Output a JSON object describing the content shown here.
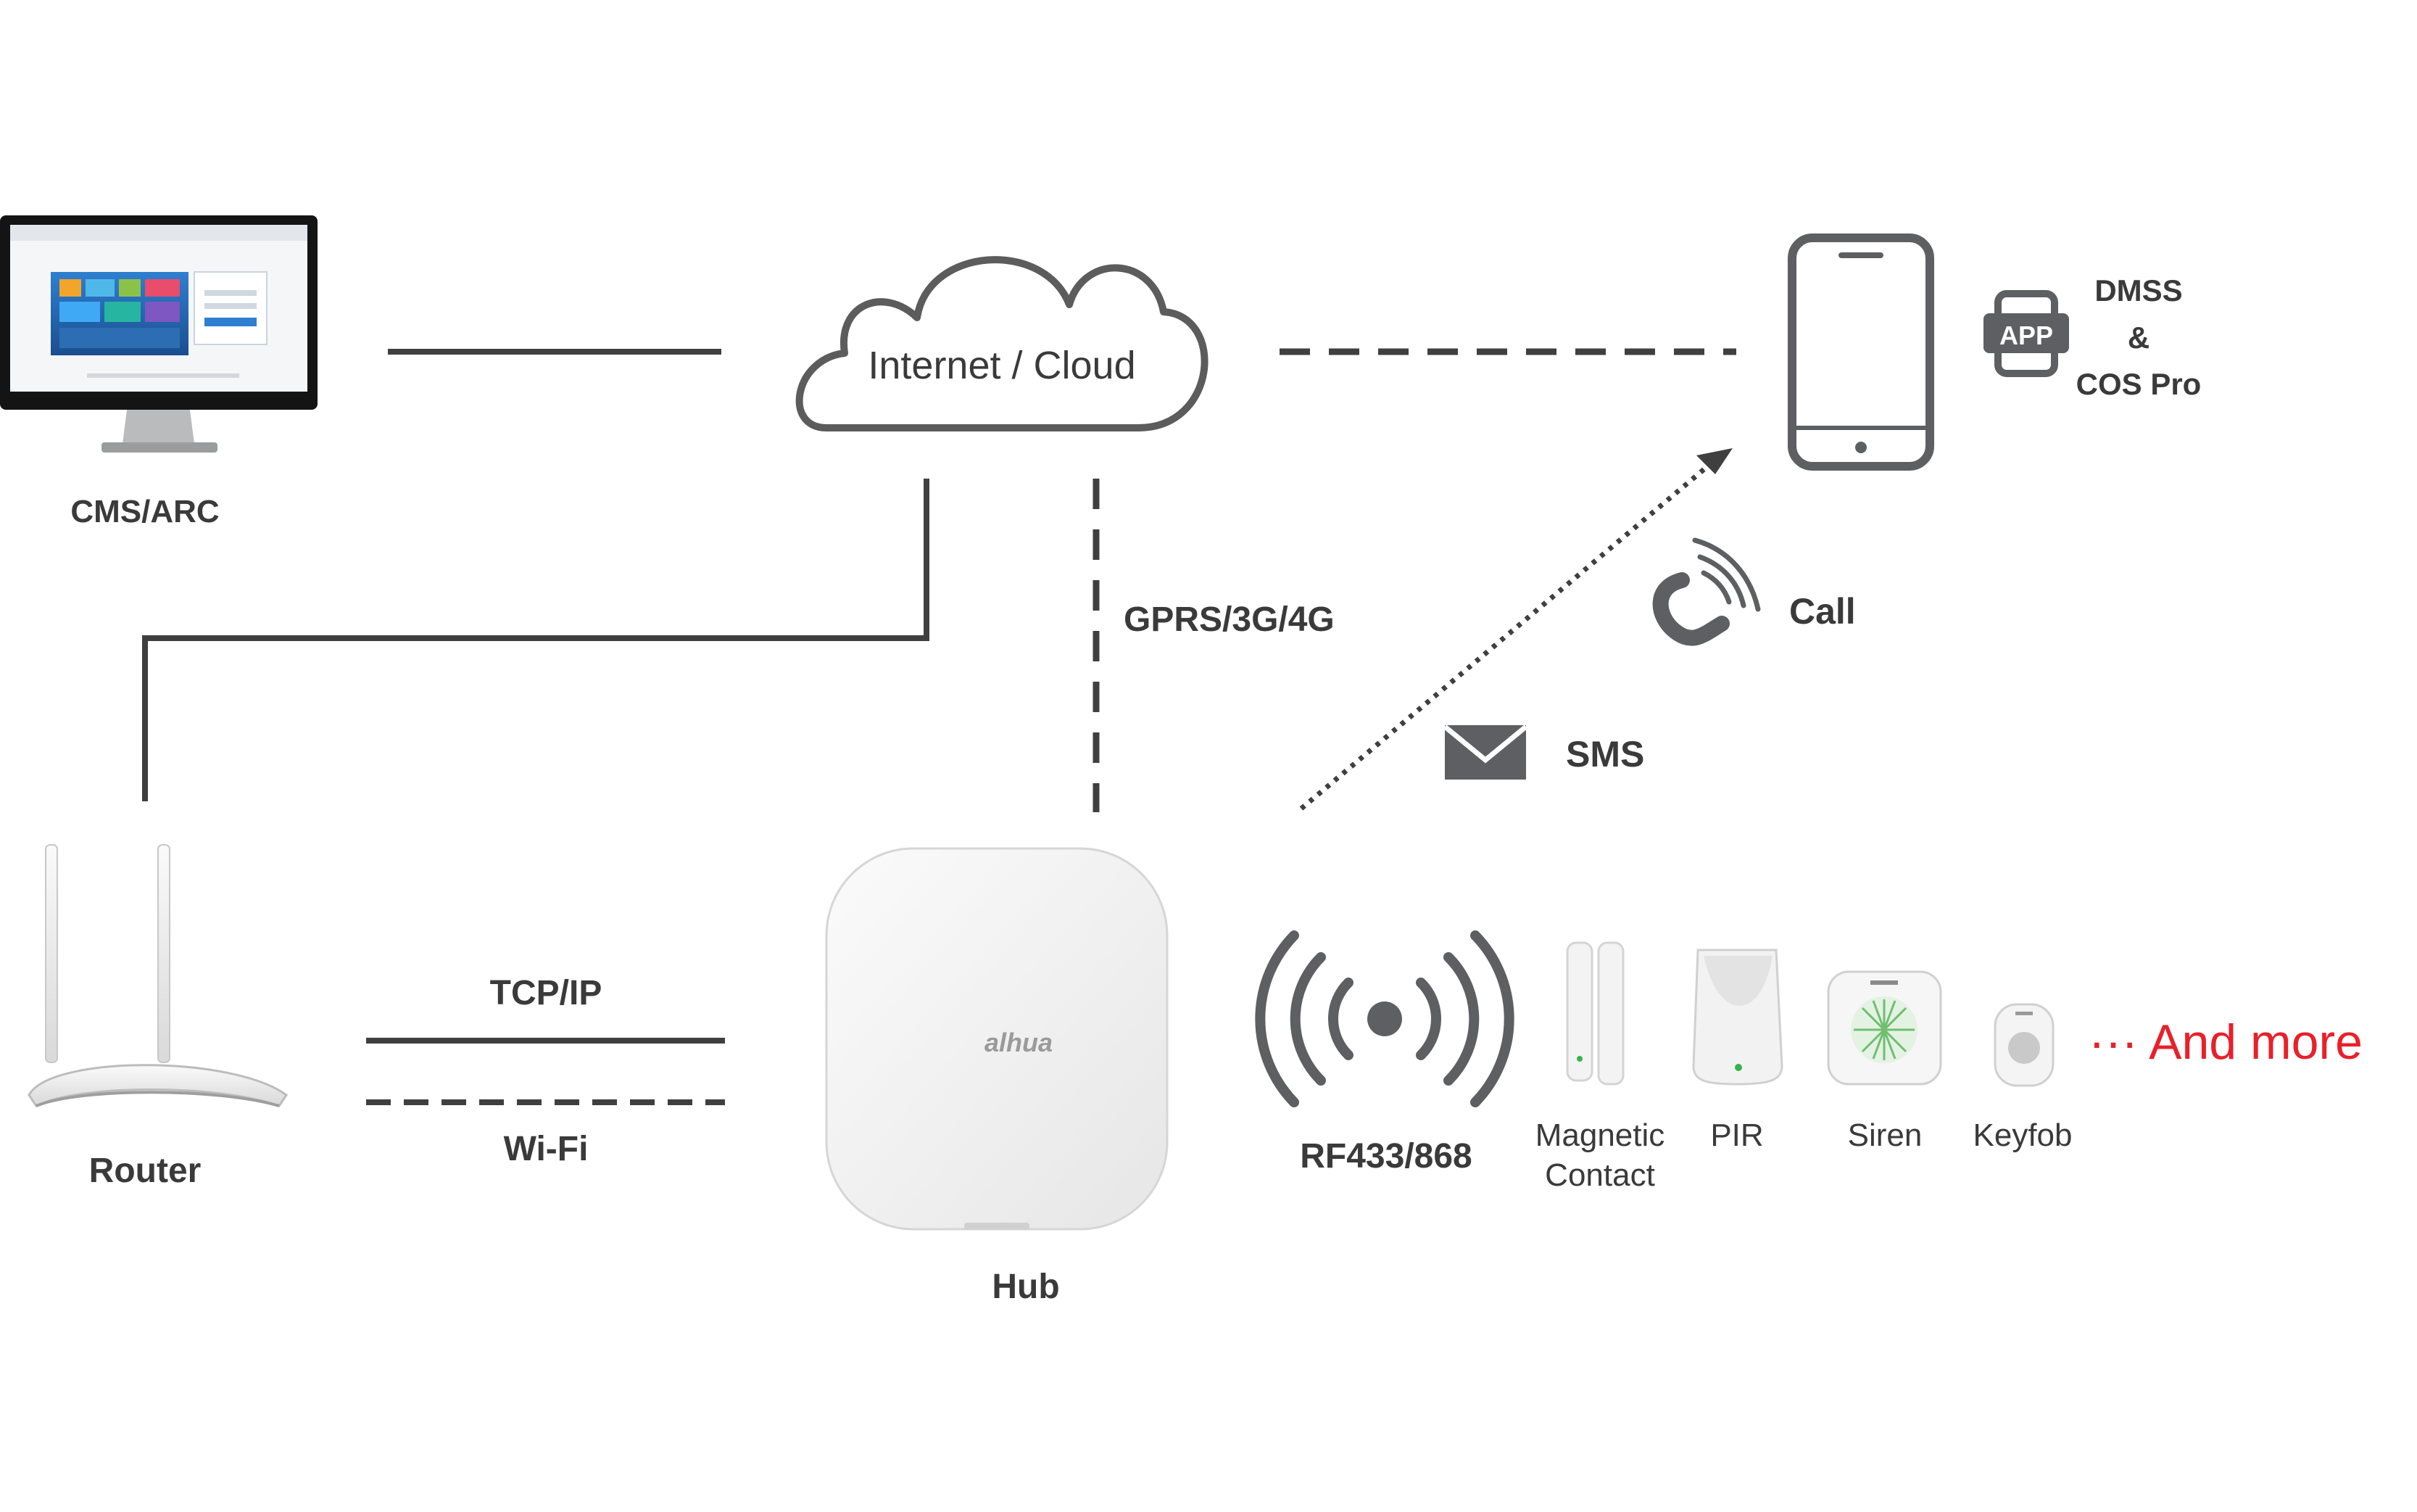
{
  "colors": {
    "line": "#3f3f3f",
    "accent_red": "#e8202a",
    "icon": "#5e5f63"
  },
  "nodes": {
    "cms": {
      "label": "CMS/ARC"
    },
    "cloud": {
      "label": "Internet / Cloud"
    },
    "router": {
      "label": "Router"
    },
    "hub": {
      "label": "Hub",
      "brand": "alhua"
    },
    "phone": {
      "app_badge": "APP",
      "app_line1": "DMSS",
      "app_line2": "&",
      "app_line3": "COS Pro"
    }
  },
  "links": {
    "cellular": "GPRS/3G/4G",
    "wired": "TCP/IP",
    "wifi": "Wi-Fi",
    "call": "Call",
    "sms": "SMS",
    "rf": "RF433/868"
  },
  "accessories": {
    "magnetic_line1": "Magnetic",
    "magnetic_line2": "Contact",
    "pir": "PIR",
    "siren": "Siren",
    "keyfob": "Keyfob",
    "more": "··· And more"
  },
  "icons": [
    "monitor-icon",
    "cloud-icon",
    "phone-icon",
    "app-icon",
    "call-icon",
    "sms-icon",
    "router-icon",
    "hub-icon",
    "rf-signal-icon",
    "magnetic-contact-icon",
    "pir-icon",
    "siren-icon",
    "keyfob-icon"
  ]
}
